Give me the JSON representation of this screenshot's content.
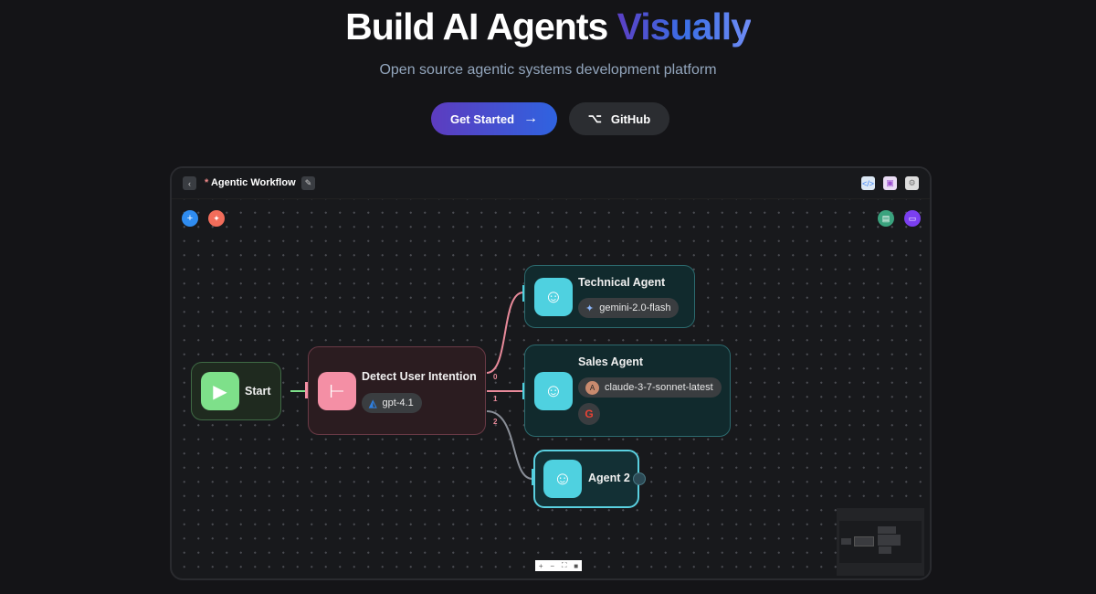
{
  "hero": {
    "title_main": "Build AI Agents ",
    "title_accent": "Visually",
    "subtitle": "Open source agentic systems development platform",
    "get_started": "Get Started",
    "github": "GitHub"
  },
  "workflow": {
    "unsaved_marker": "*",
    "name": "Agentic Workflow"
  },
  "nodes": {
    "start": {
      "label": "Start"
    },
    "router": {
      "label": "Detect User Intention",
      "model": "gpt-4.1",
      "outputs": [
        "0",
        "1",
        "2"
      ]
    },
    "technical": {
      "label": "Technical Agent",
      "model": "gemini-2.0-flash"
    },
    "sales": {
      "label": "Sales Agent",
      "model": "claude-3-7-sonnet-latest"
    },
    "agent2": {
      "label": "Agent 2"
    }
  },
  "colors": {
    "start": "#7ee08a",
    "router": "#f48fa5",
    "agent": "#4fd1e0",
    "accent": "#5b3fc4"
  }
}
